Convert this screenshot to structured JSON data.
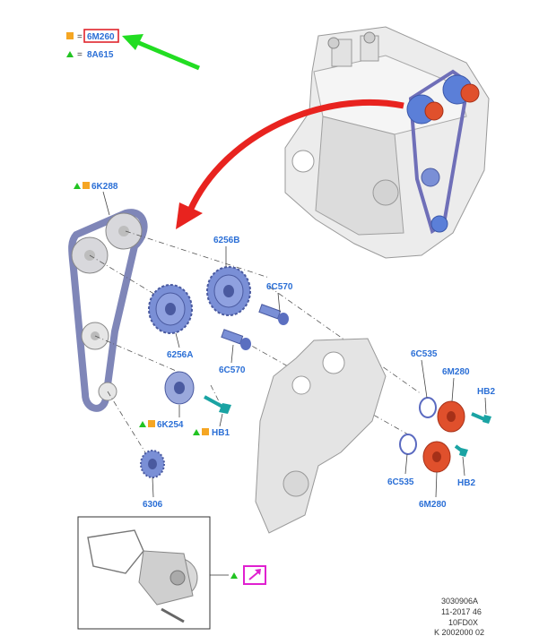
{
  "legend": {
    "square_symbol_color": "#f5a623",
    "triangle_symbol_color": "#22c322",
    "entries": [
      {
        "symbol": "square",
        "equals": "=",
        "code": "6M260",
        "boxed": true
      },
      {
        "symbol": "triangle",
        "equals": "=",
        "code": "8A615",
        "boxed": false
      }
    ]
  },
  "colors": {
    "label_blue": "#2b6fd6",
    "arrow_red": "#e8231f",
    "arrow_green": "#22dd22",
    "highlight_box": "#e0242c",
    "magenta_link": "#e020d0",
    "gear_blue": "#7a8fd6",
    "cam_orange": "#e0502c"
  },
  "parts": [
    {
      "id": "6K288",
      "label": "6K288",
      "symbols": [
        "triangle",
        "square"
      ]
    },
    {
      "id": "6256B",
      "label": "6256B",
      "symbols": []
    },
    {
      "id": "6C570a",
      "label": "6C570",
      "symbols": []
    },
    {
      "id": "6256A",
      "label": "6256A",
      "symbols": []
    },
    {
      "id": "6C570b",
      "label": "6C570",
      "symbols": []
    },
    {
      "id": "6C535a",
      "label": "6C535",
      "symbols": []
    },
    {
      "id": "6M280a",
      "label": "6M280",
      "symbols": []
    },
    {
      "id": "HB2a",
      "label": "HB2",
      "symbols": []
    },
    {
      "id": "6K254",
      "label": "6K254",
      "symbols": [
        "triangle",
        "square"
      ]
    },
    {
      "id": "HB1",
      "label": "HB1",
      "symbols": [
        "triangle",
        "square"
      ]
    },
    {
      "id": "6C535b",
      "label": "6C535",
      "symbols": []
    },
    {
      "id": "HB2b",
      "label": "HB2",
      "symbols": []
    },
    {
      "id": "6M280b",
      "label": "6M280",
      "symbols": []
    },
    {
      "id": "6306",
      "label": "6306",
      "symbols": []
    }
  ],
  "inset_link": {
    "symbol": "triangle",
    "icon": "external-link-arrow-icon"
  },
  "footer": {
    "line1": "3030906A",
    "line2": "11-2017 46",
    "line3": "10FD0X",
    "line4": "K 2002000 02"
  }
}
